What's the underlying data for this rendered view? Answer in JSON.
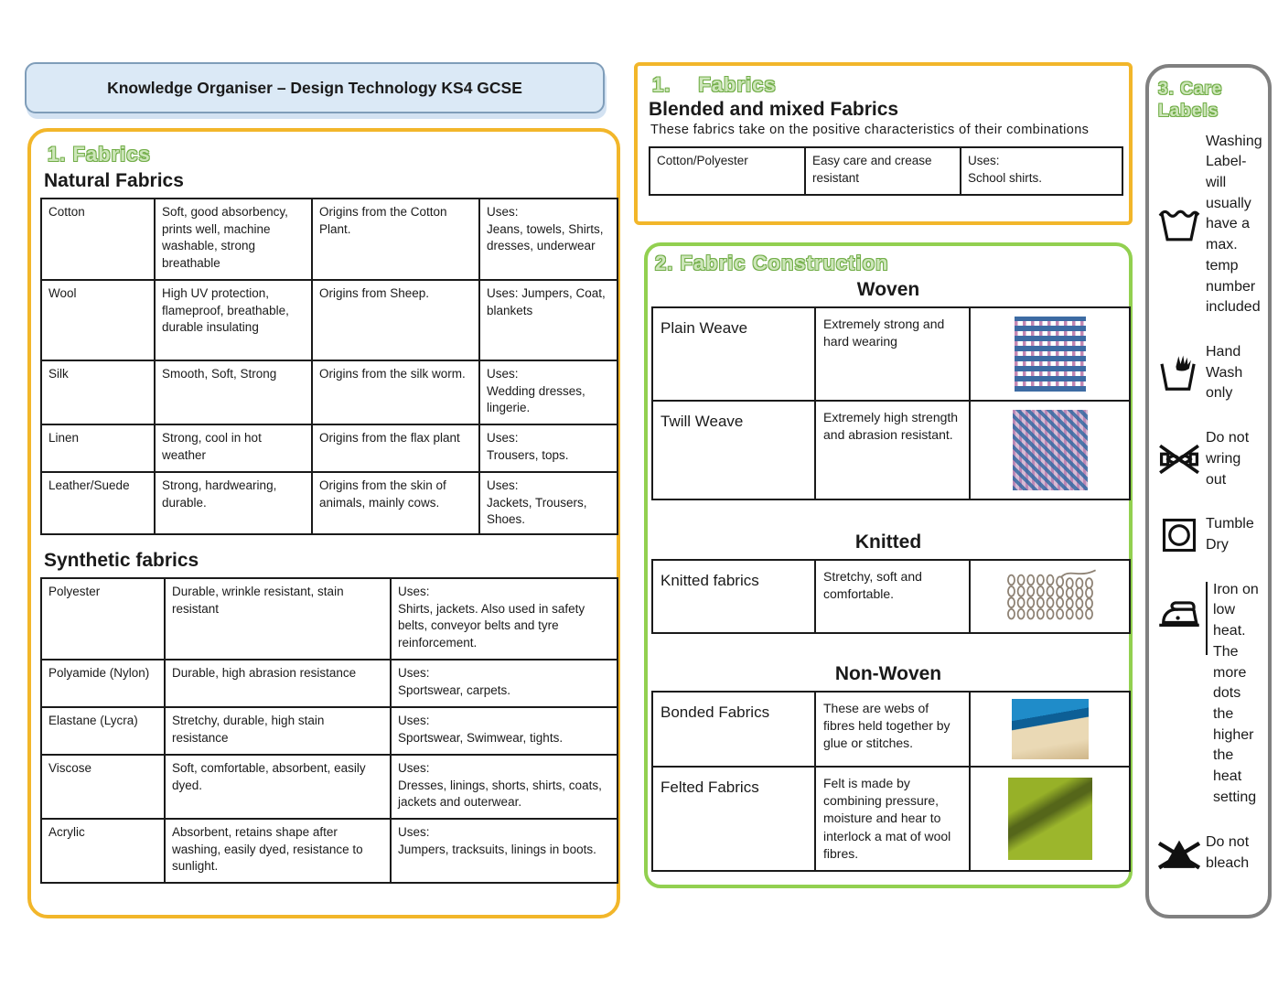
{
  "page": {
    "title": "Knowledge Organiser – Design Technology KS4 GCSE"
  },
  "colors": {
    "accent_yellow": "#F2B62A",
    "accent_green": "#92D050",
    "accent_gray": "#808080",
    "header_blue": "#DBE9F6",
    "bubble_text_green": "#CDE6BA",
    "bubble_outline_green": "#71AD47"
  },
  "fabrics": {
    "heading": "1. Fabrics",
    "natural": {
      "heading": "Natural Fabrics",
      "rows": [
        {
          "name": "Cotton",
          "properties": "Soft, good absorbency, prints well, machine washable, strong breathable",
          "origins": "Origins from the Cotton Plant.",
          "uses": "Uses:\nJeans, towels, Shirts, dresses, underwear"
        },
        {
          "name": "Wool",
          "properties": "High UV protection, flameproof, breathable, durable insulating",
          "origins": "Origins from Sheep.",
          "uses": "Uses: Jumpers, Coat, blankets"
        },
        {
          "name": "Silk",
          "properties": "Smooth, Soft, Strong",
          "origins": "Origins from the silk worm.",
          "uses": "Uses:\nWedding dresses, lingerie."
        },
        {
          "name": "Linen",
          "properties": "Strong, cool in hot weather",
          "origins": "Origins from the flax plant",
          "uses": "Uses:\nTrousers, tops."
        },
        {
          "name": "Leather/Suede",
          "properties": "Strong, hardwearing, durable.",
          "origins": "Origins from the skin of animals, mainly cows.",
          "uses": "Uses:\nJackets, Trousers, Shoes."
        }
      ]
    },
    "synthetic": {
      "heading": "Synthetic fabrics",
      "rows": [
        {
          "name": "Polyester",
          "properties": "Durable, wrinkle resistant, stain resistant",
          "uses": "Uses:\nShirts, jackets. Also used in safety belts, conveyor belts and tyre reinforcement."
        },
        {
          "name": "Polyamide (Nylon)",
          "properties": "Durable, high abrasion resistance",
          "uses": "Uses:\nSportswear, carpets."
        },
        {
          "name": "Elastane (Lycra)",
          "properties": "Stretchy, durable, high stain resistance",
          "uses": "Uses:\nSportswear, Swimwear, tights."
        },
        {
          "name": "Viscose",
          "properties": "Soft, comfortable, absorbent, easily dyed.",
          "uses": "Uses:\nDresses, linings, shorts, shirts, coats, jackets and outerwear."
        },
        {
          "name": "Acrylic",
          "properties": "Absorbent, retains shape after washing, easily dyed, resistance to sunlight.",
          "uses": "Uses:\nJumpers, tracksuits, linings in boots."
        }
      ]
    }
  },
  "blended": {
    "num": "1.",
    "word": "Fabrics",
    "title": "Blended and mixed Fabrics",
    "subtitle": "These fabrics take on the positive characteristics of their combinations",
    "row": {
      "name": "Cotton/Polyester",
      "properties": "Easy care and crease resistant",
      "uses": "Uses:\nSchool shirts."
    }
  },
  "construction": {
    "heading": "2. Fabric Construction",
    "woven": {
      "title": "Woven",
      "rows": [
        {
          "name": "Plain Weave",
          "desc": "Extremely strong and hard wearing",
          "image": "plain-weave-diagram"
        },
        {
          "name": "Twill Weave",
          "desc": "Extremely high strength and abrasion resistant.",
          "image": "twill-weave-diagram"
        }
      ]
    },
    "knitted": {
      "title": "Knitted",
      "rows": [
        {
          "name": "Knitted fabrics",
          "desc": "Stretchy, soft and comfortable.",
          "image": "knitted-loops-diagram"
        }
      ]
    },
    "nonwoven": {
      "title": "Non-Woven",
      "rows": [
        {
          "name": "Bonded Fabrics",
          "desc": "These are webs of fibres held together by glue or stitches.",
          "image": "bonded-fabric-photo"
        },
        {
          "name": "Felted Fabrics",
          "desc": "Felt is made by combining pressure, moisture and hear to interlock a mat of wool fibres.",
          "image": "felted-fabric-photo"
        }
      ]
    }
  },
  "care": {
    "heading": "3. Care Labels",
    "items": [
      {
        "icon": "washing-tub-icon",
        "label": "Washing Label- will usually have a max. temp number included"
      },
      {
        "icon": "hand-wash-icon",
        "label": "Hand Wash only"
      },
      {
        "icon": "do-not-wring-icon",
        "label": "Do not wring out"
      },
      {
        "icon": "tumble-dry-icon",
        "label": "Tumble Dry"
      },
      {
        "icon": "iron-icon",
        "label": "Iron on low heat. The more dots the higher the heat setting"
      },
      {
        "icon": "do-not-bleach-icon",
        "label": "Do not bleach"
      }
    ]
  }
}
